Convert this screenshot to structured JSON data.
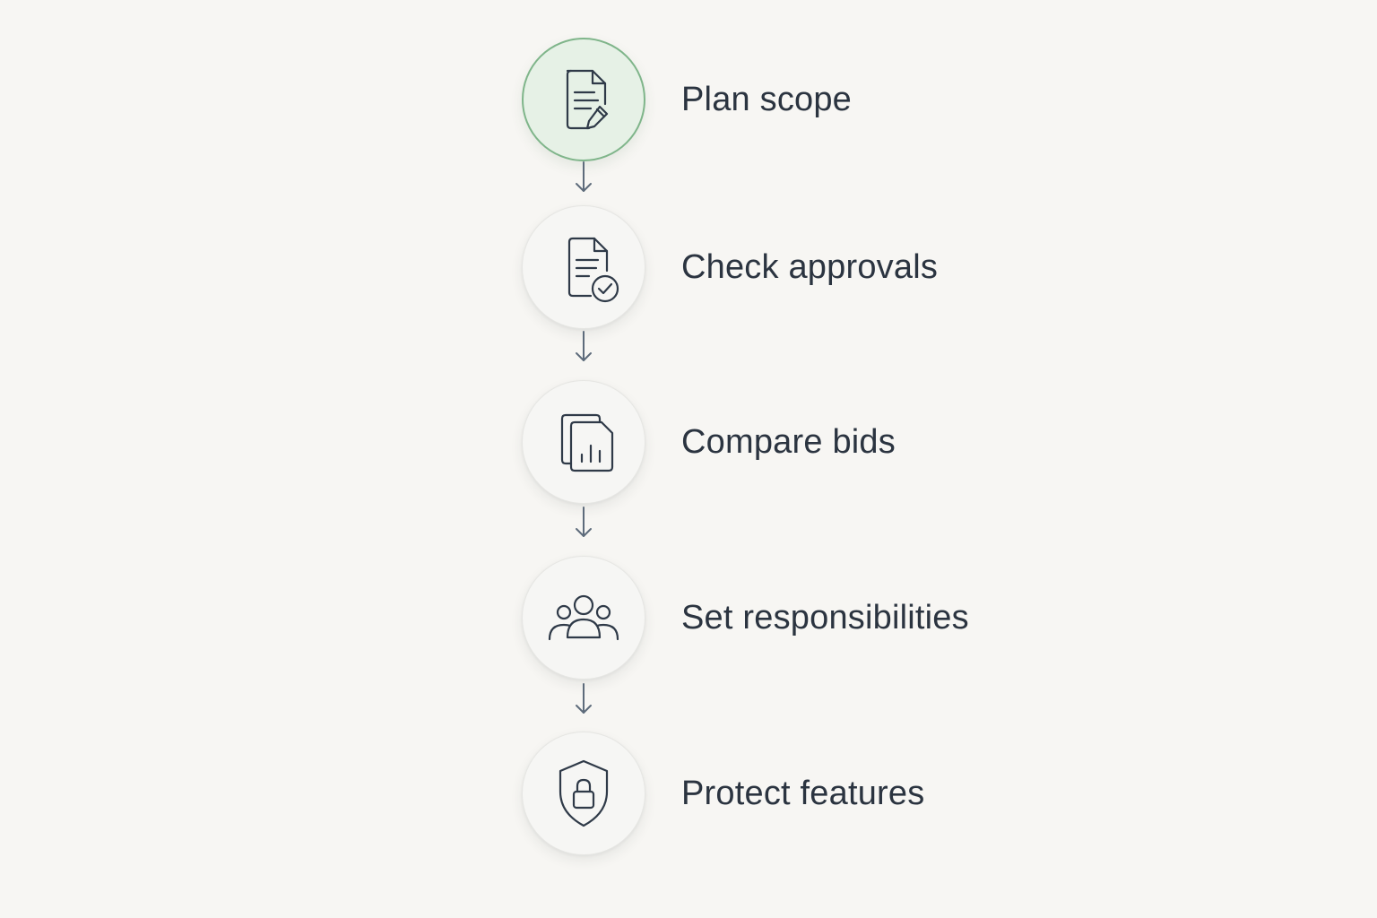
{
  "steps": [
    {
      "label": "Plan scope",
      "icon": "document-edit-icon",
      "active": true
    },
    {
      "label": "Check approvals",
      "icon": "document-check-icon",
      "active": false
    },
    {
      "label": "Compare bids",
      "icon": "documents-chart-icon",
      "active": false
    },
    {
      "label": "Set responsibilities",
      "icon": "team-icon",
      "active": false
    },
    {
      "label": "Protect features",
      "icon": "shield-lock-icon",
      "active": false
    }
  ],
  "colors": {
    "background": "#f7f6f3",
    "text": "#2b3440",
    "icon_stroke": "#2f3a48",
    "active_fill": "#e6f1e6",
    "active_border": "#7fb58a",
    "arrow": "#5d6b7b"
  }
}
